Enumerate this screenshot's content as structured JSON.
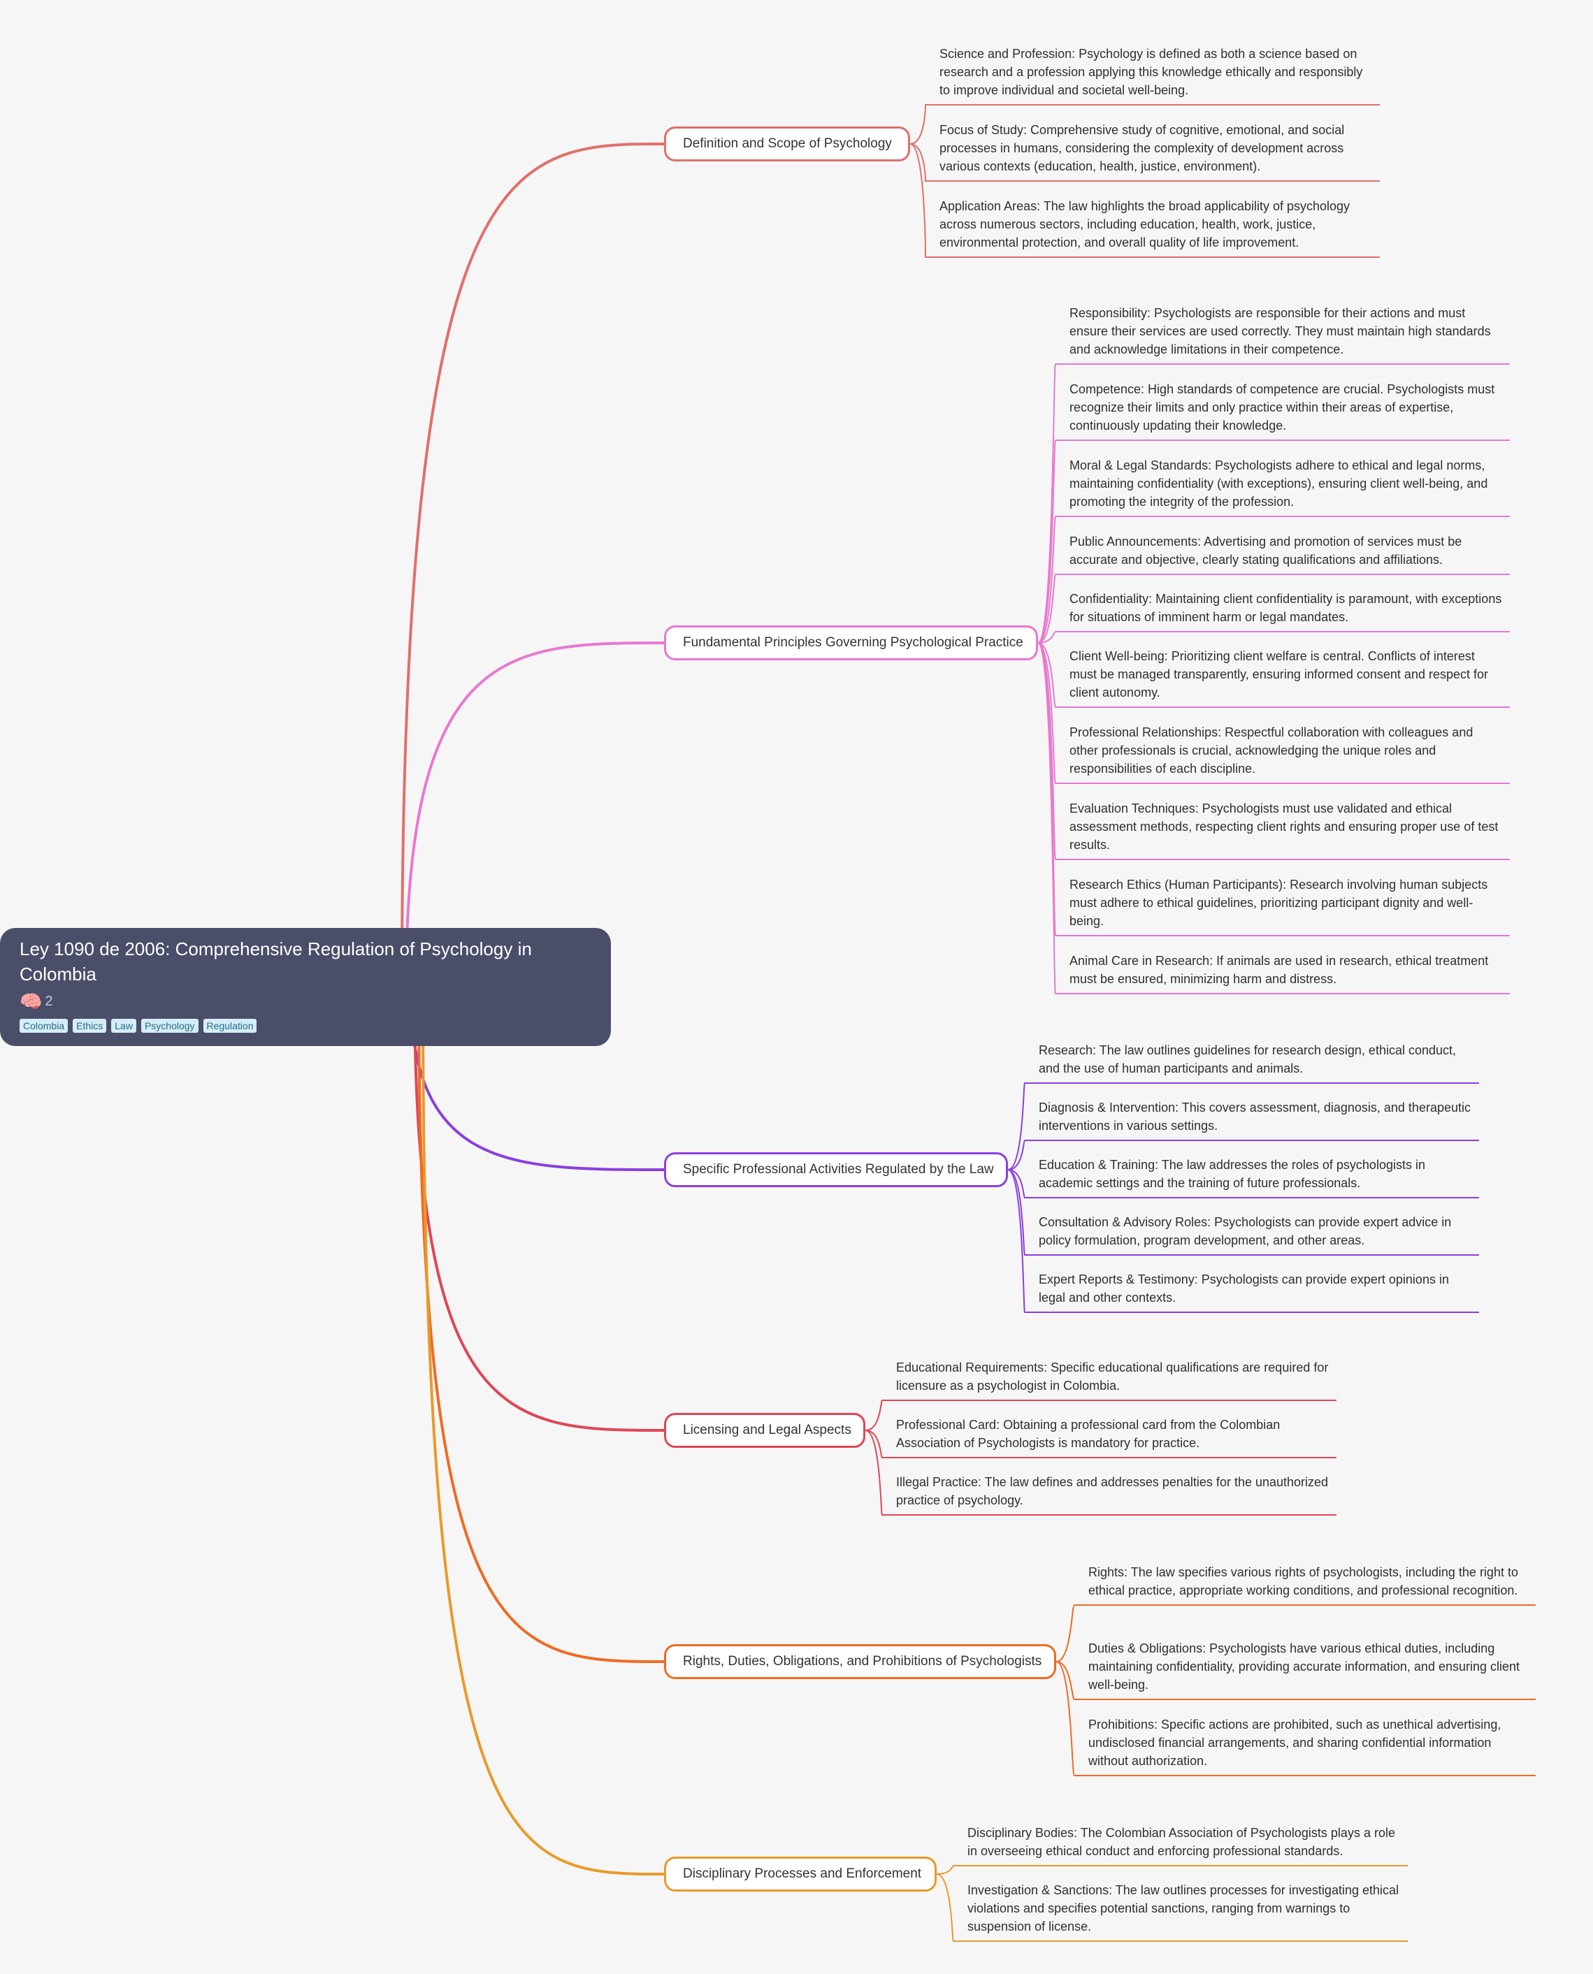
{
  "root": {
    "title": "Ley 1090 de 2006: Comprehensive Regulation of Psychology in Colombia",
    "icon": "brain-icon",
    "icon_glyph": "🧠",
    "count": "2",
    "tags": [
      "Colombia",
      "Ethics",
      "Law",
      "Psychology",
      "Regulation"
    ],
    "color": "#4b4e69"
  },
  "branches": [
    {
      "label": "Definition and Scope of Psychology",
      "color": "#e0706b",
      "leaves": [
        "Science and Profession:  Psychology is defined as both a science based on research and a profession applying this knowledge ethically and responsibly to improve individual and societal well-being.",
        "Focus of Study:  Comprehensive study of cognitive, emotional, and social processes in humans, considering the complexity of development across various contexts (education, health, justice, environment).",
        "Application Areas: The law highlights the broad applicability of psychology across numerous sectors, including education, health, work, justice, environmental protection, and overall quality of life improvement."
      ]
    },
    {
      "label": "Fundamental Principles Governing Psychological Practice",
      "color": "#e878cf",
      "leaves": [
        "Responsibility: Psychologists are responsible for their actions and must ensure their services are used correctly. They must maintain high standards and acknowledge limitations in their competence.",
        "Competence:  High standards of competence are crucial. Psychologists must recognize their limits and only practice within their areas of expertise, continuously updating their knowledge.",
        "Moral & Legal Standards:  Psychologists adhere to ethical and legal norms, maintaining confidentiality (with exceptions), ensuring client well-being, and promoting the integrity of the profession.",
        "Public Announcements:  Advertising and promotion of services must be accurate and objective, clearly stating qualifications and affiliations.",
        "Confidentiality:  Maintaining client confidentiality is paramount, with exceptions for situations of imminent harm or legal mandates.",
        "Client Well-being:  Prioritizing client welfare is central. Conflicts of interest must be managed transparently, ensuring informed consent and respect for client autonomy.",
        "Professional Relationships:  Respectful collaboration with colleagues and other professionals is crucial, acknowledging the unique roles and responsibilities of each discipline.",
        "Evaluation Techniques:  Psychologists must use validated and ethical assessment methods, respecting client rights and ensuring proper use of test results.",
        "Research Ethics (Human Participants):  Research involving human subjects must adhere to ethical guidelines, prioritizing participant dignity and well-being.",
        "Animal Care in Research: If animals are used in research, ethical treatment must be ensured, minimizing harm and distress."
      ]
    },
    {
      "label": "Specific Professional Activities Regulated by the Law",
      "color": "#8a3fe0",
      "leaves": [
        "Research:  The law outlines guidelines for research design, ethical conduct, and the use of human participants and animals.",
        "Diagnosis & Intervention: This covers assessment, diagnosis, and therapeutic interventions in various settings.",
        "Education & Training: The law addresses the roles of psychologists in academic settings and the training of future professionals.",
        "Consultation & Advisory Roles:  Psychologists can provide expert advice in policy formulation, program development, and other areas.",
        "Expert Reports & Testimony: Psychologists can provide expert opinions in legal and other contexts."
      ]
    },
    {
      "label": "Licensing and Legal Aspects",
      "color": "#e04656",
      "leaves": [
        "Educational Requirements:  Specific educational qualifications are required for licensure as a psychologist in Colombia.",
        "Professional Card: Obtaining a professional card from the Colombian Association of Psychologists is mandatory for practice.",
        "Illegal Practice:  The law defines and addresses penalties for the unauthorized practice of psychology."
      ]
    },
    {
      "label": "Rights, Duties, Obligations, and Prohibitions of Psychologists",
      "color": "#f06a22",
      "leaves": [
        "Rights:  The law specifies various rights of psychologists, including the right to ethical practice, appropriate working conditions, and professional recognition.",
        "Duties & Obligations:  Psychologists have various ethical duties, including maintaining confidentiality, providing accurate information, and ensuring client well-being.",
        "Prohibitions: Specific actions are prohibited, such as unethical advertising, undisclosed financial arrangements, and sharing confidential information without authorization."
      ]
    },
    {
      "label": "Disciplinary Processes and Enforcement",
      "color": "#e89a2a",
      "leaves": [
        "Disciplinary Bodies:  The Colombian Association of Psychologists plays a role in overseeing ethical conduct and enforcing professional standards.",
        "Investigation & Sanctions:  The law outlines processes for investigating ethical violations and specifies potential sanctions, ranging from warnings to suspension of license."
      ]
    }
  ]
}
